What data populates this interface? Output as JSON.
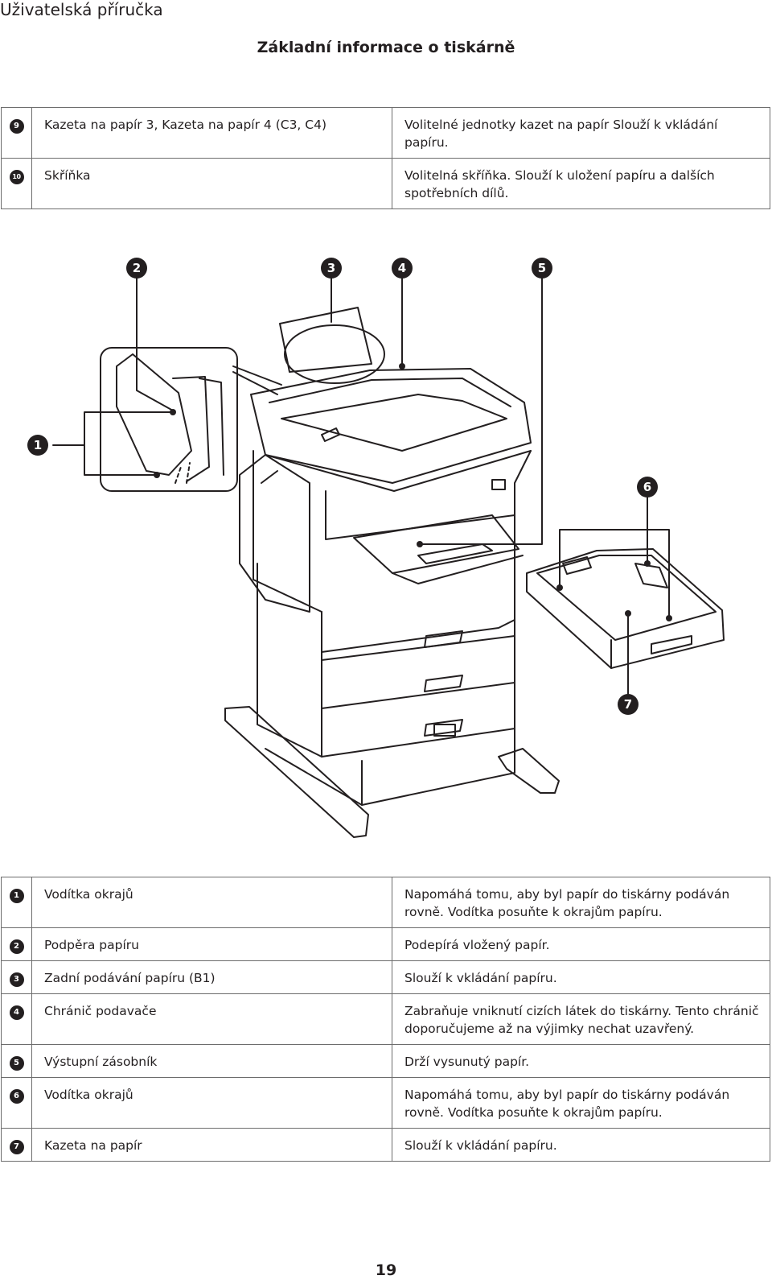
{
  "header": {
    "running_title": "Uživatelská příručka",
    "section_title": "Základní informace o tiskárně"
  },
  "top_table": [
    {
      "num": "9",
      "name": "Kazeta na papír 3, Kazeta na papír 4 (C3, C4)",
      "desc": "Volitelné jednotky kazet na papír Slouží k vkládání papíru."
    },
    {
      "num": "10",
      "name": "Skříňka",
      "desc": "Volitelná skříňka. Slouží k uložení papíru a dalších spotřebních dílů."
    }
  ],
  "illustration": {
    "callouts": [
      "1",
      "2",
      "3",
      "4",
      "5",
      "6",
      "7"
    ]
  },
  "bottom_table": [
    {
      "num": "1",
      "name": "Vodítka okrajů",
      "desc": "Napomáhá tomu, aby byl papír do tiskárny podáván rovně. Vodítka posuňte k okrajům papíru."
    },
    {
      "num": "2",
      "name": "Podpěra papíru",
      "desc": "Podepírá vložený papír."
    },
    {
      "num": "3",
      "name": "Zadní podávání papíru (B1)",
      "desc": "Slouží k vkládání papíru."
    },
    {
      "num": "4",
      "name": "Chránič podavače",
      "desc": "Zabraňuje vniknutí cizích látek do tiskárny. Tento chránič doporučujeme až na výjimky nechat uzavřený."
    },
    {
      "num": "5",
      "name": "Výstupní zásobník",
      "desc": "Drží vysunutý papír."
    },
    {
      "num": "6",
      "name": "Vodítka okrajů",
      "desc": "Napomáhá tomu, aby byl papír do tiskárny podáván rovně. Vodítka posuňte k okrajům papíru."
    },
    {
      "num": "7",
      "name": "Kazeta na papír",
      "desc": "Slouží k vkládání papíru."
    }
  ],
  "footer": {
    "page_number": "19"
  }
}
